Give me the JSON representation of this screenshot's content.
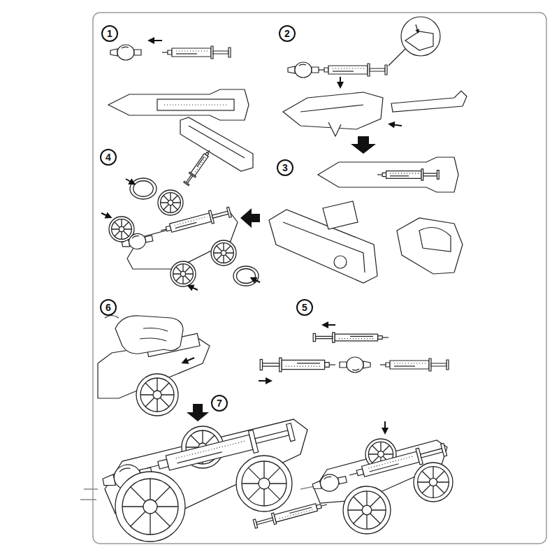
{
  "diagram": {
    "nodes": [
      {
        "text": [
          "1"
        ]
      },
      {
        "text": [
          "2"
        ]
      },
      {
        "text": [
          "4"
        ]
      },
      {
        "text": [
          "3"
        ]
      },
      {
        "text": [
          "6"
        ]
      },
      {
        "text": [
          "5"
        ]
      },
      {
        "text": [
          "7"
        ]
      }
    ]
  }
}
